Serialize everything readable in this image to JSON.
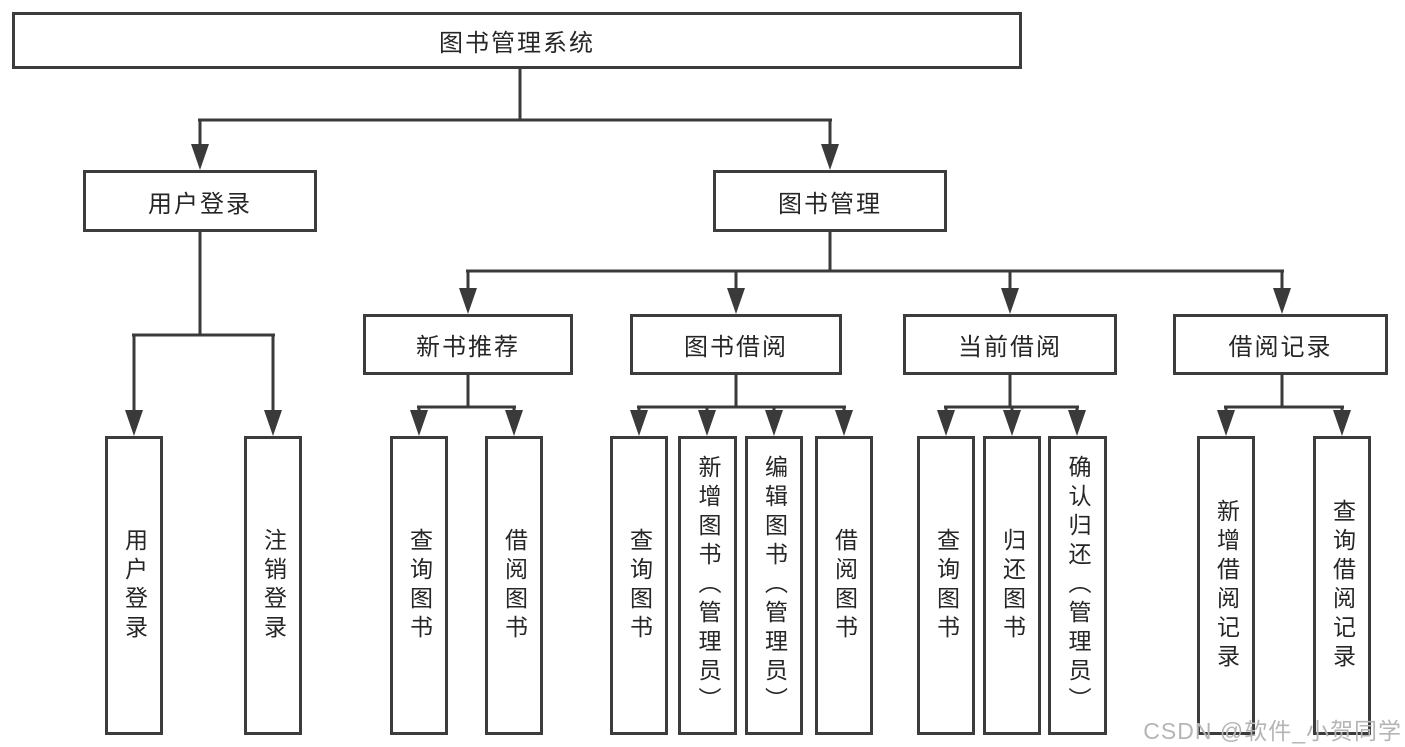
{
  "tree": {
    "root": {
      "label": "图书管理系统"
    },
    "branches": [
      {
        "label": "用户登录",
        "children": [
          {
            "label": "用户登录"
          },
          {
            "label": "注销登录"
          }
        ]
      },
      {
        "label": "图书管理",
        "groups": [
          {
            "label": "新书推荐",
            "children": [
              {
                "label": "查询图书"
              },
              {
                "label": "借阅图书"
              }
            ]
          },
          {
            "label": "图书借阅",
            "children": [
              {
                "label": "查询图书"
              },
              {
                "label": "新增图书（管理员）"
              },
              {
                "label": "编辑图书（管理员）"
              },
              {
                "label": "借阅图书"
              }
            ]
          },
          {
            "label": "当前借阅",
            "children": [
              {
                "label": "查询图书"
              },
              {
                "label": "归还图书"
              },
              {
                "label": "确认归还（管理员）"
              }
            ]
          },
          {
            "label": "借阅记录",
            "children": [
              {
                "label": "新增借阅记录"
              },
              {
                "label": "查询借阅记录"
              }
            ]
          }
        ]
      }
    ]
  },
  "watermark": {
    "text": "CSDN @软件_小贺同学"
  },
  "colors": {
    "line": "#3a3a3a",
    "box_border": "#3c3c3c",
    "text": "#262626",
    "watermark": "#b7b4b4",
    "background": "#ffffff"
  }
}
